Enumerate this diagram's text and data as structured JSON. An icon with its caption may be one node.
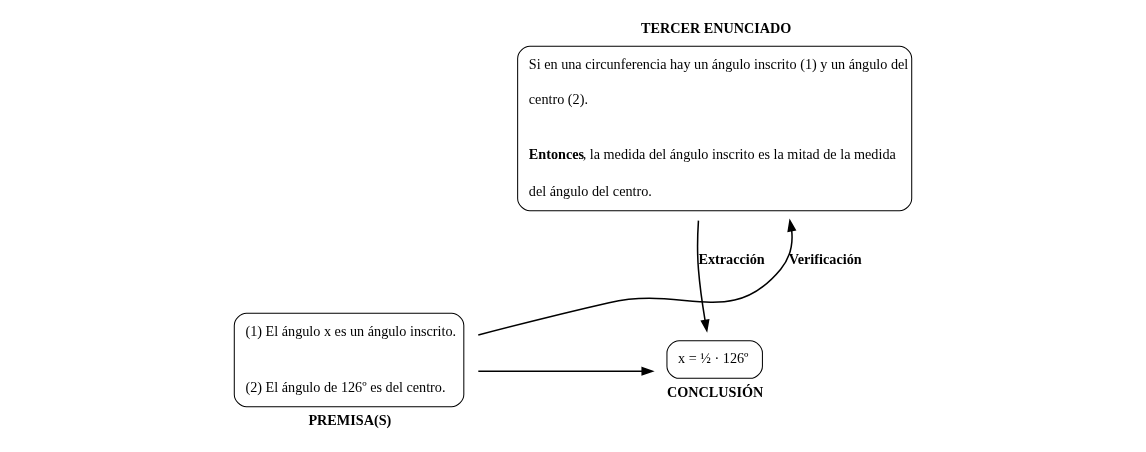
{
  "diagram": {
    "nodes": [
      {
        "text": [
          "TERCER ENUNCIADO",
          "Si en una circunferencia hay un ángulo inscrito (1) y un ángulo del centro (2).",
          "**Entonces**, la medida del ángulo inscrito es la mitad de la medida del ángulo del centro."
        ]
      },
      {
        "text": [
          "(1) El ángulo x es un ángulo inscrito.",
          "(2) El ángulo de 126º es del centro.",
          "PREMISA(S)"
        ]
      },
      {
        "text": [
          "x = ½ · 126º",
          "CONCLUSIÓN"
        ]
      }
    ],
    "edges": [
      {
        "from": 1,
        "to": 0,
        "arrow": "to",
        "label": "Verificación"
      },
      {
        "from": 0,
        "to": 2,
        "arrow": "to",
        "label": "Extracción"
      },
      {
        "from": 1,
        "to": 2,
        "arrow": "to"
      }
    ]
  }
}
